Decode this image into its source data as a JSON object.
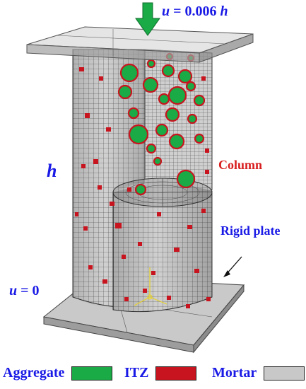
{
  "labels": {
    "load": "u = 0.006 h",
    "load_u": "u",
    "load_rest": " = 0.006 ",
    "load_h": "h",
    "height": "h",
    "column": "Column",
    "rigid_plate": "Rigid plate",
    "support": "u = 0",
    "support_u": "u",
    "support_rest": " = 0"
  },
  "legend": [
    {
      "label": "Aggregate",
      "color": "#1aaa46"
    },
    {
      "label": "ITZ",
      "color": "#c8141e"
    },
    {
      "label": "Mortar",
      "color": "#c8c8c8"
    }
  ],
  "colors": {
    "aggregate": "#1aaa46",
    "itz": "#c8141e",
    "mortar": "#c8c8c8",
    "mesh": "#3a3a3a",
    "label_blue": "#1a1ae6",
    "label_red": "#d81e1e"
  },
  "icons": [
    "load-arrow-icon",
    "support-arrow-icon",
    "axis-triad-icon"
  ]
}
